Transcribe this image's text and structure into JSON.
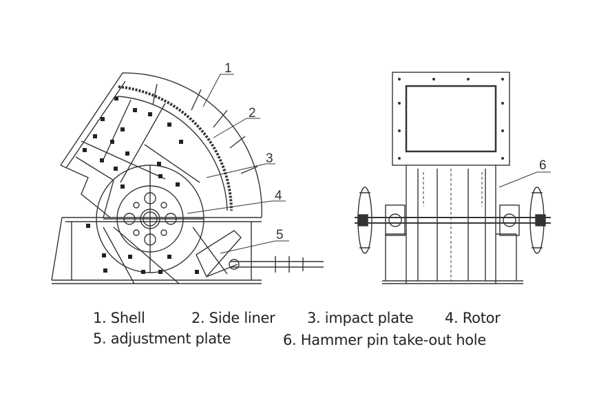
{
  "diagram": {
    "callouts": [
      "1",
      "2",
      "3",
      "4",
      "5",
      "6"
    ],
    "legend": [
      "1. Shell",
      "2. Side liner",
      "3. impact  plate",
      "4. Rotor",
      "5. adjustment plate",
      "6. Hammer pin take-out hole"
    ],
    "line_color": "#333333"
  }
}
